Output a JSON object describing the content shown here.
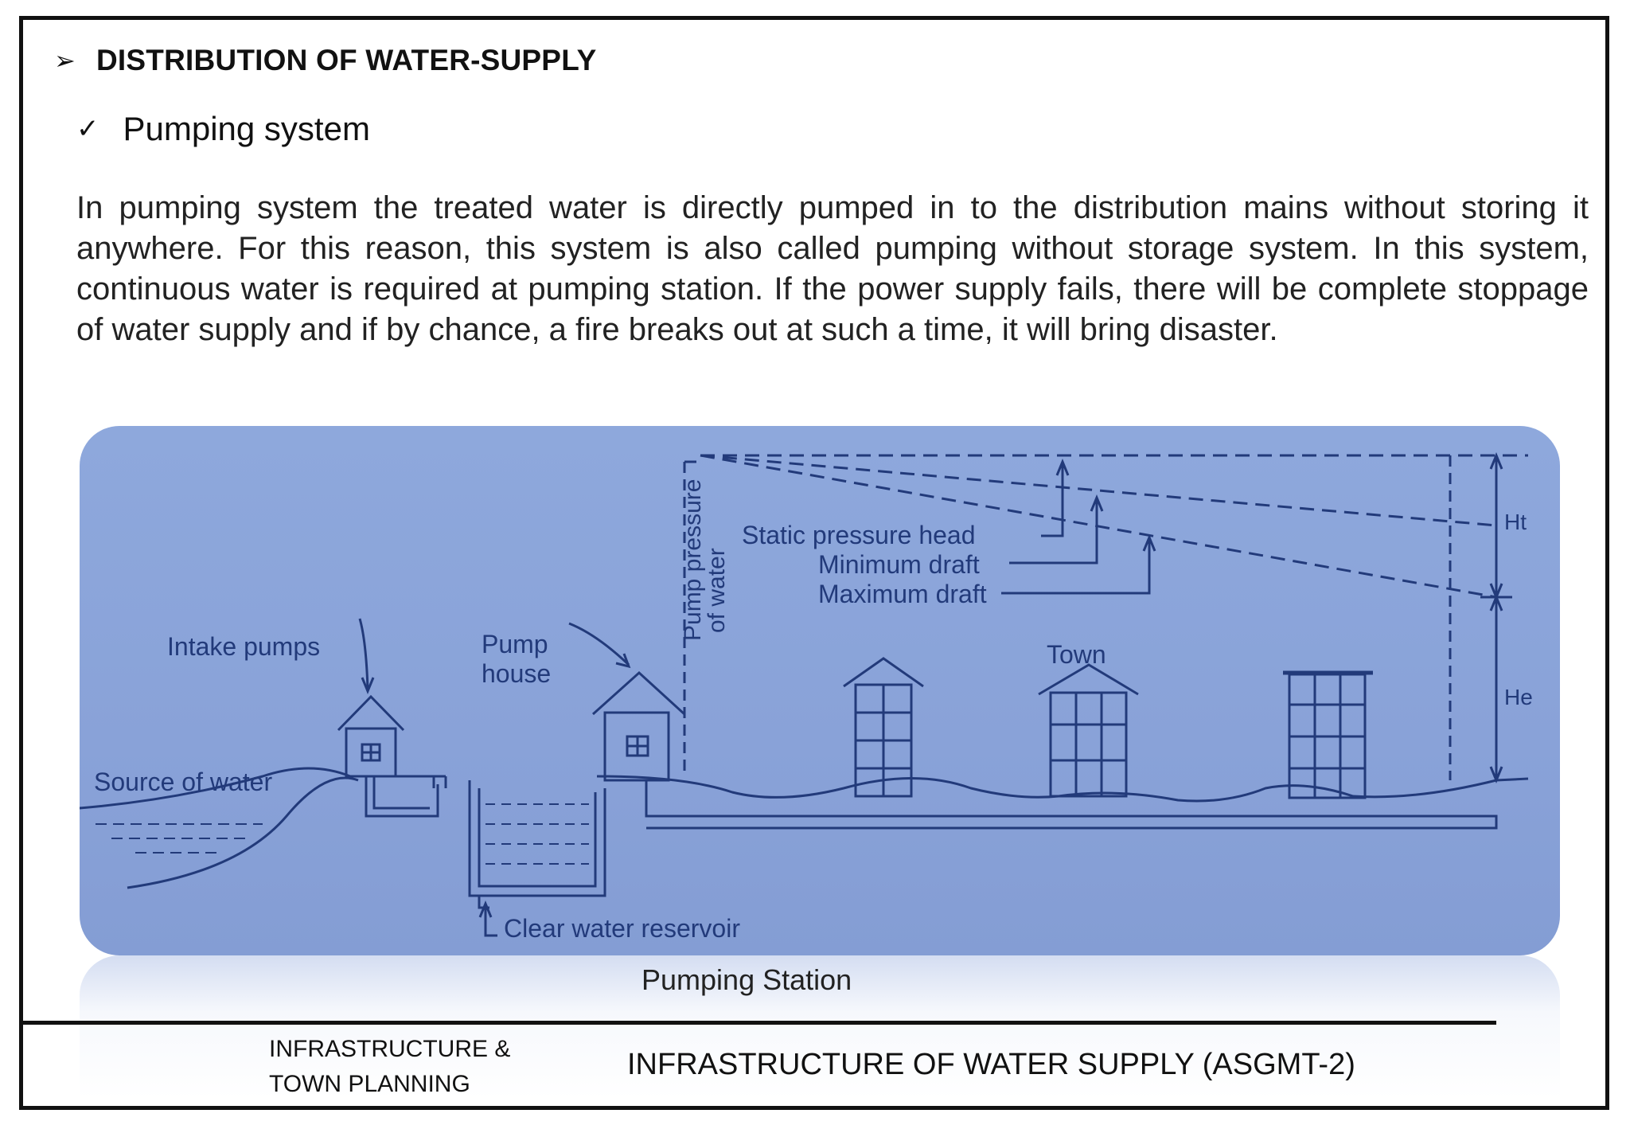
{
  "heading": {
    "bullet": "➢",
    "text": "DISTRIBUTION OF WATER-SUPPLY"
  },
  "subheading": {
    "bullet": "✓",
    "text": "Pumping system"
  },
  "body": "In pumping system the treated water is directly pumped in to the distribution mains without storing it anywhere. For this reason, this system is also called pumping without storage system. In this system, continuous water is required at pumping station. If the power supply fails, there will be complete stoppage of water supply and if by chance, a fire breaks out at such a time, it will bring disaster.",
  "diagram": {
    "labels": {
      "pump_pressure": "Pump pressure",
      "of_water": "of water",
      "static_head": "Static pressure head",
      "min_draft": "Minimum draft",
      "max_draft": "Maximum draft",
      "intake_pumps": "Intake pumps",
      "pump": "Pump",
      "house": "house",
      "town": "Town",
      "source": "Source of water",
      "reservoir": "Clear water reservoir",
      "ht": "Ht",
      "he": "He"
    },
    "colors": {
      "background": "#8ea8dc",
      "ink": "#223a7a"
    }
  },
  "caption": "Pumping Station",
  "footer": {
    "left_line1": "INFRASTRUCTURE &",
    "left_line2": "TOWN PLANNING",
    "right": "INFRASTRUCTURE OF WATER SUPPLY (ASGMT-2)"
  }
}
